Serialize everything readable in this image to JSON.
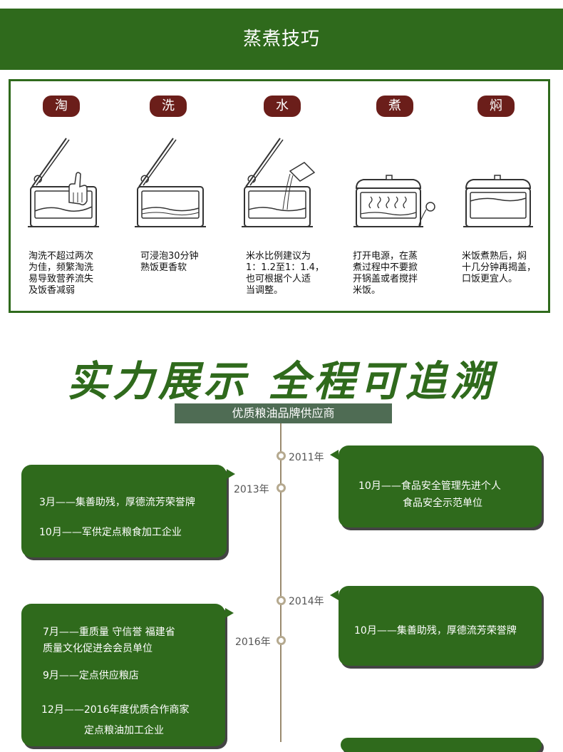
{
  "header": {
    "title": "蒸煮技巧"
  },
  "steps": [
    {
      "badge": "淘",
      "desc": "淘洗不超过两次\n为佳，频繁淘洗\n易导致营养流失\n及饭香减弱",
      "icon": "rice-cooker-wash-hand-icon"
    },
    {
      "badge": "洗",
      "desc": "可浸泡30分钟\n熟饭更香软",
      "icon": "rice-cooker-soak-icon"
    },
    {
      "badge": "水",
      "desc": "米水比例建议为\n1：1.2至1：1.4，\n也可根据个人适\n当调整。",
      "icon": "rice-cooker-water-icon"
    },
    {
      "badge": "煮",
      "desc": "打开电源，在蒸\n煮过程中不要掀\n开锅盖或者搅拌\n米饭。",
      "icon": "rice-cooker-steam-icon"
    },
    {
      "badge": "焖",
      "desc": "米饭煮熟后，焖\n十几分钟再揭盖，\n口饭更宜人。",
      "icon": "rice-cooker-closed-icon"
    }
  ],
  "section2": {
    "title": "实力展示 全程可追溯",
    "subtitle": "优质粮油品牌供应商"
  },
  "timeline": {
    "years": [
      "2011年",
      "2013年",
      "2014年",
      "2016年"
    ],
    "cards": {
      "y2011": [
        "10月——食品安全管理先进个人",
        "食品安全示范单位"
      ],
      "y2013": [
        "3月——集善助残，厚德流芳荣誉牌",
        "10月——军供定点粮食加工企业"
      ],
      "y2014": [
        "10月——集善助残，厚德流芳荣誉牌"
      ],
      "y2016": [
        "7月——重质量 守信誉 福建省",
        "质量文化促进会会员单位",
        "9月——定点供应粮店",
        "12月——2016年度优质合作商家",
        "定点粮油加工企业"
      ]
    }
  },
  "colors": {
    "green": "#2f6a1c",
    "badge": "#6b1e1a",
    "subtitle_bar": "#4f6c54"
  }
}
